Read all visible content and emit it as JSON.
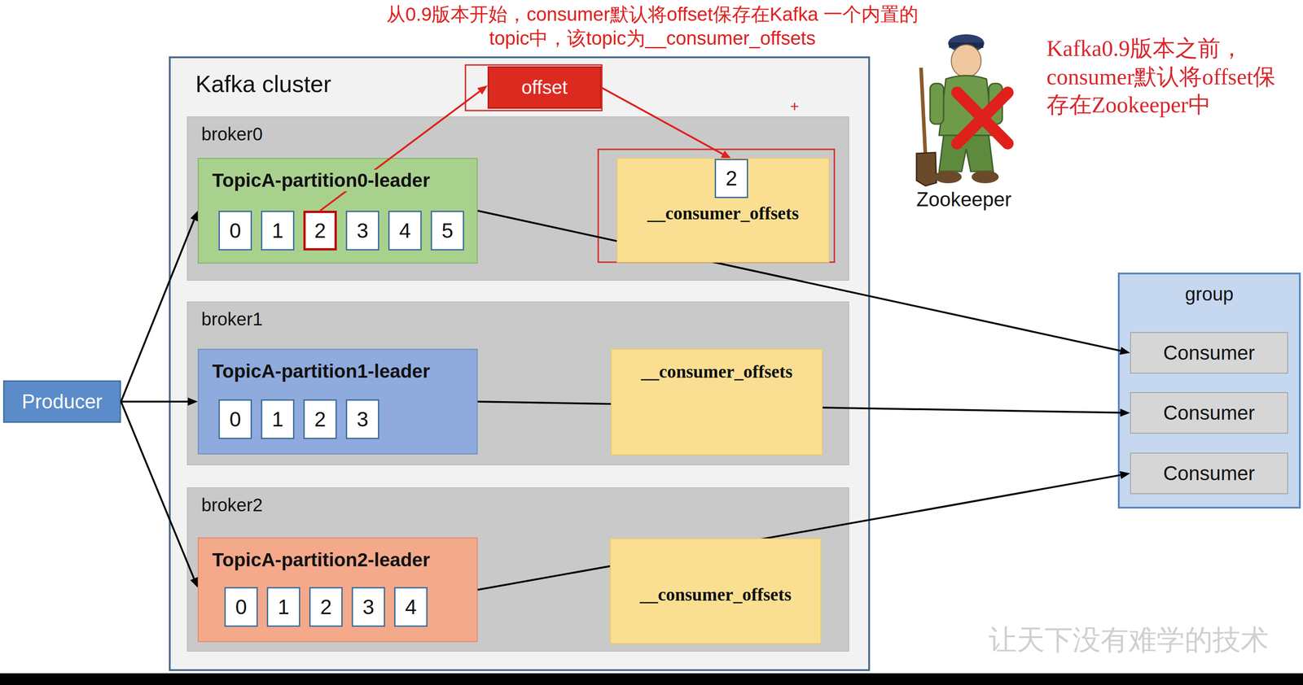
{
  "diagram": {
    "nodes": [
      {
        "text": [
          "Kafka cluster"
        ]
      },
      {
        "text": [
          "offset"
        ],
        "in": 0
      },
      {
        "text": [
          "broker0"
        ],
        "in": 0
      },
      {
        "text": [
          "TopicA-partition0-leader"
        ],
        "in": 2
      },
      {
        "text": [
          "0"
        ],
        "in": 3
      },
      {
        "text": [
          "1"
        ],
        "in": 3
      },
      {
        "text": [
          "2"
        ],
        "in": 3
      },
      {
        "text": [
          "3"
        ],
        "in": 3
      },
      {
        "text": [
          "4"
        ],
        "in": 3
      },
      {
        "text": [
          "5"
        ],
        "in": 3
      },
      {
        "text": [
          "__consumer_offsets"
        ],
        "in": 2
      },
      {
        "text": [
          "2"
        ],
        "in": 10
      },
      {
        "text": [
          "broker1"
        ],
        "in": 0
      },
      {
        "text": [
          "TopicA-partition1-leader"
        ],
        "in": 12
      },
      {
        "text": [
          "0"
        ],
        "in": 13
      },
      {
        "text": [
          "1"
        ],
        "in": 13
      },
      {
        "text": [
          "2"
        ],
        "in": 13
      },
      {
        "text": [
          "3"
        ],
        "in": 13
      },
      {
        "text": [
          "__consumer_offsets"
        ],
        "in": 12
      },
      {
        "text": [
          "broker2"
        ],
        "in": 0
      },
      {
        "text": [
          "TopicA-partition2-leader"
        ],
        "in": 19
      },
      {
        "text": [
          "0"
        ],
        "in": 20
      },
      {
        "text": [
          "1"
        ],
        "in": 20
      },
      {
        "text": [
          "2"
        ],
        "in": 20
      },
      {
        "text": [
          "3"
        ],
        "in": 20
      },
      {
        "text": [
          "4"
        ],
        "in": 20
      },
      {
        "text": [
          "__consumer_offsets"
        ],
        "in": 19
      },
      {
        "text": [
          "Producer"
        ]
      },
      {
        "text": [
          "group"
        ]
      },
      {
        "text": [
          "Consumer"
        ],
        "in": 28
      },
      {
        "text": [
          "Consumer"
        ],
        "in": 28
      },
      {
        "text": [
          "Consumer"
        ],
        "in": 28
      }
    ],
    "edges": [
      {
        "from": 27,
        "to": 3,
        "arrow": "to"
      },
      {
        "from": 27,
        "to": 13,
        "arrow": "to"
      },
      {
        "from": 27,
        "to": 20,
        "arrow": "to"
      },
      {
        "from": 6,
        "to": 1,
        "arrow": "to"
      },
      {
        "from": 1,
        "to": 11,
        "arrow": "to"
      },
      {
        "from": 3,
        "to": 29,
        "arrow": "to"
      },
      {
        "from": 13,
        "to": 30,
        "arrow": "to"
      },
      {
        "from": 20,
        "to": 31,
        "arrow": "to"
      }
    ],
    "labels": [
      "从0.9版本开始，consumer默认将offset保存在Kafka 一个内置的topic中，该topic为__consumer_offsets",
      "+",
      "Zookeeper",
      "Kafka0.9版本之前，consumer默认将offset保存在Zookeeper中",
      "让天下没有难学的技术"
    ]
  }
}
